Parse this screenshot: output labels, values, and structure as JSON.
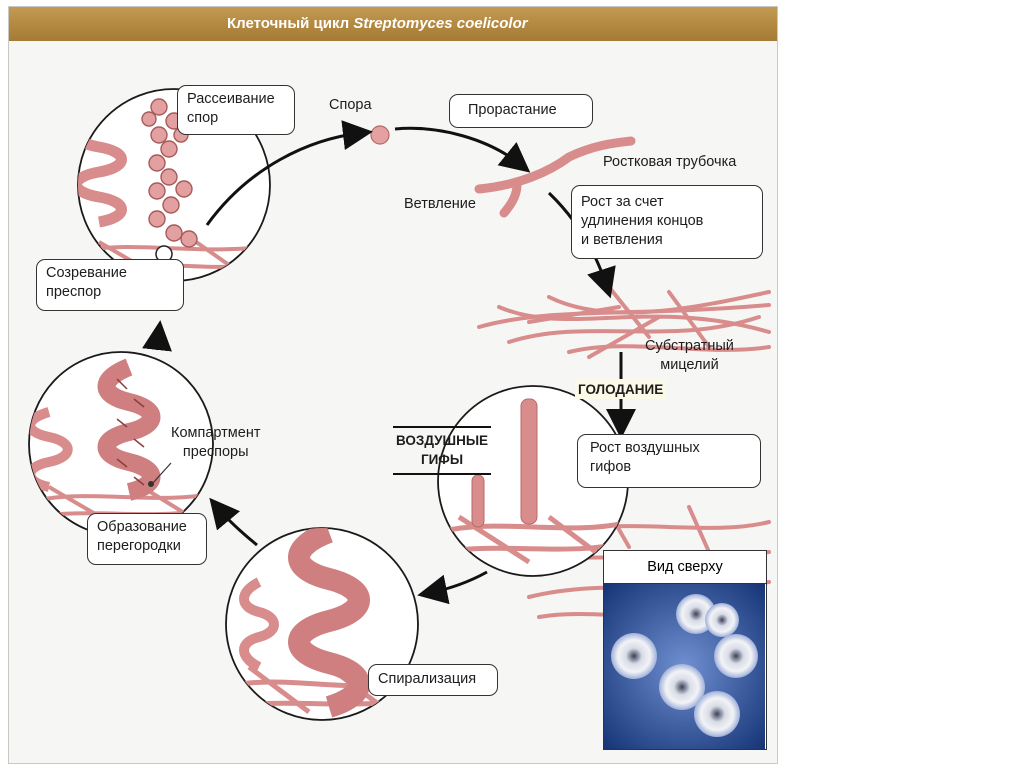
{
  "title_plain": "Клеточный цикл ",
  "title_italic": "Streptomyces coelicolor",
  "labels": {
    "spore": "Спора",
    "germination": "Прорастание",
    "germ_tube": "Ростковая трубочка",
    "branching": "Ветвление",
    "growth_line1": "Рост за счет",
    "growth_line2": "удлинения концов",
    "growth_line3": "и ветвления",
    "substrate_line1": "Субстратный",
    "substrate_line2": "мицелий",
    "starvation": "ГОЛОДАНИЕ",
    "aerial_line1": "ВОЗДУШНЫЕ",
    "aerial_line2": "ГИФЫ",
    "aerial_growth_line1": "Рост воздушных",
    "aerial_growth_line2": "гифов",
    "top_view": "Вид сверху",
    "spiral": "Спирализация",
    "septum_line1": "Образование",
    "septum_line2": "перегородки",
    "compartment_line1": "Компартмент",
    "compartment_line2": "преспоры",
    "maturation_line1": "Созревание",
    "maturation_line2": "преспор",
    "dispersal_line1": "Рассеивание",
    "dispersal_line2": "спор"
  },
  "colors": {
    "title_bar": "#b08440",
    "hypha": "#d98c8c",
    "hypha_dark": "#b86a6a",
    "top_view_bg": "#1d3f86"
  }
}
